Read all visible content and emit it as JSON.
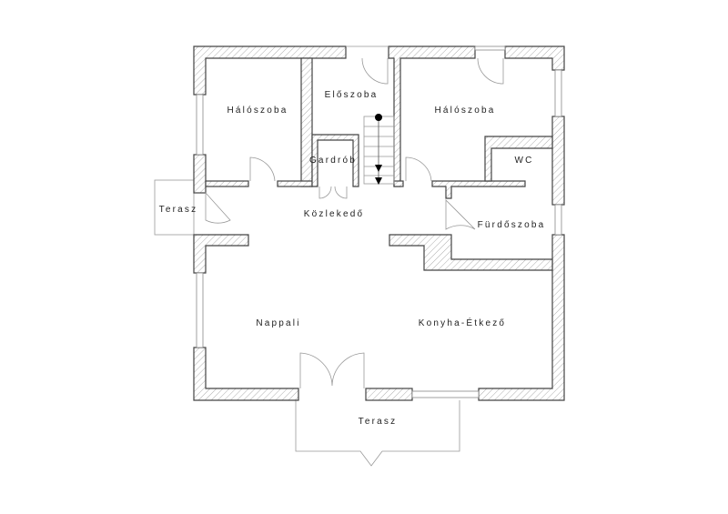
{
  "rooms": {
    "bedroom_left": "Hálószoba",
    "hall": "Előszoba",
    "bedroom_right": "Hálószoba",
    "wardrobe": "Gardrób",
    "wc": "WC",
    "corridor": "Közlekedő",
    "bathroom": "Fürdőszoba",
    "terrace_side": "Terasz",
    "living": "Nappali",
    "kitchen": "Konyha-Étkező",
    "terrace_front": "Terasz"
  }
}
